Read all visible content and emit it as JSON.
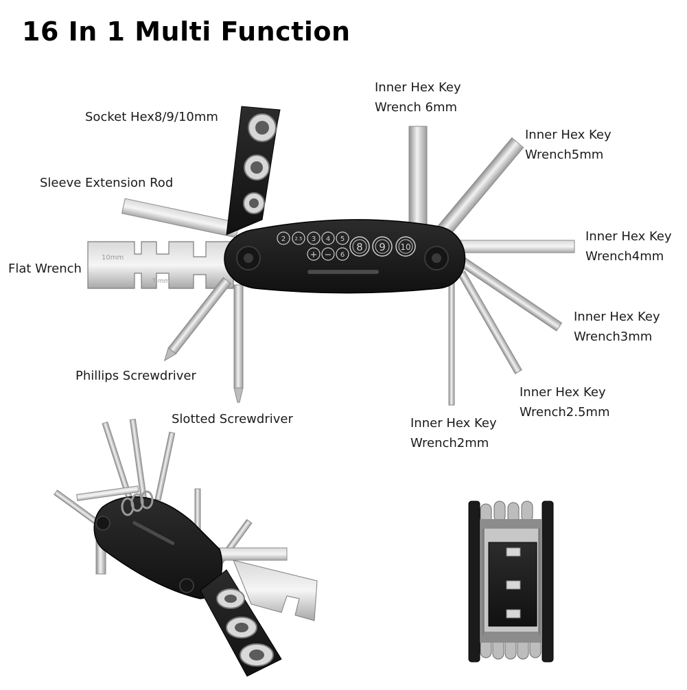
{
  "title": "16 In 1 Multi Function",
  "labels": {
    "socket_hex": "Socket Hex8/9/10mm",
    "sleeve_rod": "Sleeve Extension Rod",
    "flat_wrench": "Flat Wrench",
    "phillips": "Phillips Screwdriver",
    "slotted": "Slotted Screwdriver",
    "hex6": [
      "Inner Hex Key",
      "Wrench 6mm"
    ],
    "hex5": [
      "Inner Hex Key",
      "Wrench5mm"
    ],
    "hex4": [
      "Inner Hex Key",
      "Wrench4mm"
    ],
    "hex3": [
      "Inner Hex Key",
      "Wrench3mm"
    ],
    "hex25": [
      "Inner Hex Key",
      "Wrench2.5mm"
    ],
    "hex2": [
      "Inner Hex Key",
      "Wrench2mm"
    ]
  },
  "body_markings": {
    "small_hex": [
      "2",
      "2.5",
      "3",
      "4",
      "5"
    ],
    "screwdrivers": [
      "+",
      "−",
      "6"
    ],
    "sockets": [
      "8",
      "9",
      "10"
    ]
  },
  "colors": {
    "body": "#1d1d1d",
    "steel_light": "#e4e4e4",
    "steel_mid": "#b6b6b6",
    "steel_dark": "#8a8a8a"
  }
}
